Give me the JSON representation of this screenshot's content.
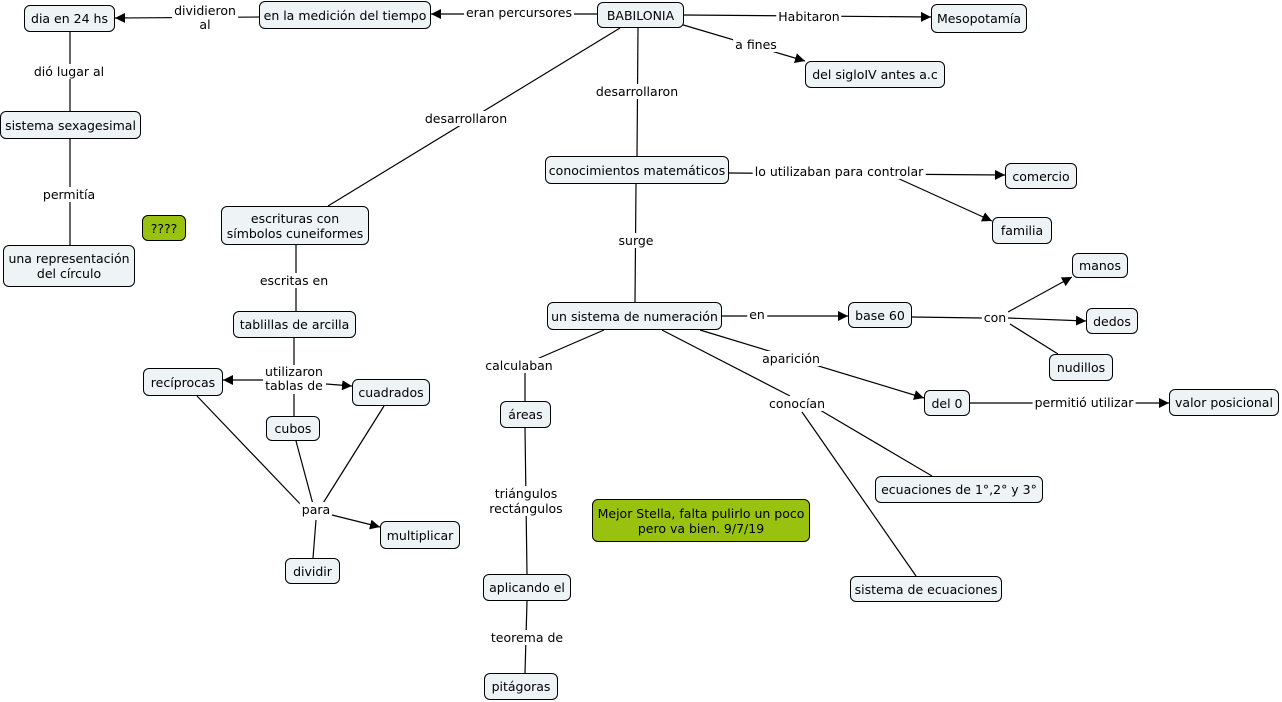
{
  "concepts": {
    "babilonia": "BABILONIA",
    "mesopotamia": "Mesopotamía",
    "siglo": "del sigloIV antes a.c",
    "medicion": "en la medición del tiempo",
    "dia24": "dia en 24 hs",
    "sexagesimal": "sistema sexagesimal",
    "circulo_1": "una representación",
    "circulo_2": "del círculo",
    "interrogacion": "????",
    "escrituras_1": "escrituras con",
    "escrituras_2": "símbolos cuneiformes",
    "tablillas": "tablillas de arcilla",
    "reciprocas": "recíprocas",
    "cuadrados": "cuadrados",
    "cubos": "cubos",
    "multiplicar": "multiplicar",
    "dividir": "dividir",
    "conocimientos": "conocimientos matemáticos",
    "comercio": "comercio",
    "familia": "familia",
    "numeracion": "un sistema de numeración",
    "base60": "base 60",
    "manos": "manos",
    "dedos": "dedos",
    "nudillos": "nudillos",
    "del0": "del 0",
    "valor": "valor posicional",
    "areas": "áreas",
    "aplicando": "aplicando el",
    "pitagoras": "pitágoras",
    "ecuaciones": "ecuaciones de  1°,2° y 3°",
    "sistema_ecuaciones": "sistema de ecuaciones",
    "nota_1": "Mejor Stella, falta pulirlo un poco",
    "nota_2": "pero va bien.  9/7/19"
  },
  "links": {
    "eran_percursores": "eran percursores",
    "habitaron": "Habitaron",
    "a_fines": "a fines",
    "dividieron_1": "dividieron",
    "dividieron_2": "al",
    "dio_lugar": "dió lugar al",
    "permitia": "permitía",
    "desarrollaron_izq": "desarrollaron",
    "desarrollaron_centro": "desarrollaron",
    "escritas_en": "escritas en",
    "utilizaron_1": "utilizaron",
    "utilizaron_2": "tablas de",
    "para": "para",
    "lo_utilizaban": "lo utilizaban para controlar",
    "surge": "surge",
    "en": "en",
    "con": "con",
    "aparicion": "aparición",
    "permitio": "permitió utilizar",
    "calculaban": "calculaban",
    "triangulos_1": "triángulos",
    "triangulos_2": "rectángulos",
    "teorema": "teorema de",
    "conocian": "conocían"
  },
  "colors": {
    "node_fill": "#eef3f5",
    "highlight": "#99c210",
    "line": "#000000"
  }
}
